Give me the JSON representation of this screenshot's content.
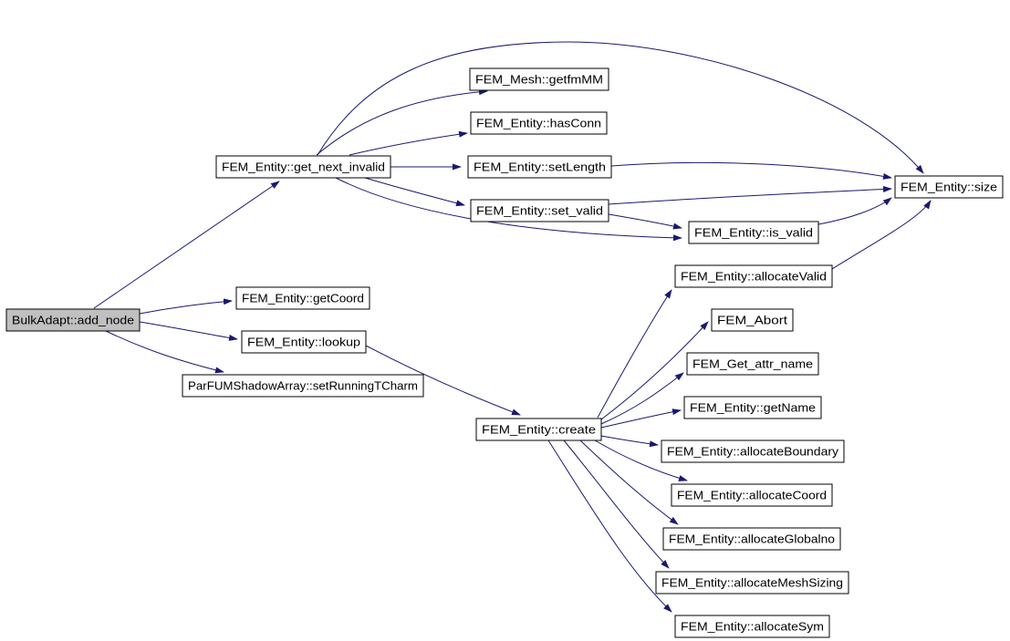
{
  "diagram": {
    "type": "call-graph",
    "background_color": "#ffffff",
    "edge_color": "#191970",
    "node_border_color": "#000000",
    "node_fill_color": "#ffffff",
    "highlight_fill_color": "#c0c0c0",
    "text_color": "#000000",
    "nodes": {
      "add_node": {
        "label": "BulkAdapt::add_node",
        "highlighted": true
      },
      "get_next_invalid": {
        "label": "FEM_Entity::get_next_invalid"
      },
      "getfmMM": {
        "label": "FEM_Mesh::getfmMM"
      },
      "hasConn": {
        "label": "FEM_Entity::hasConn"
      },
      "setLength": {
        "label": "FEM_Entity::setLength"
      },
      "set_valid": {
        "label": "FEM_Entity::set_valid"
      },
      "is_valid": {
        "label": "FEM_Entity::is_valid"
      },
      "size": {
        "label": "FEM_Entity::size"
      },
      "allocateValid": {
        "label": "FEM_Entity::allocateValid"
      },
      "getCoord": {
        "label": "FEM_Entity::getCoord"
      },
      "lookup": {
        "label": "FEM_Entity::lookup"
      },
      "setRunningTCharm": {
        "label": "ParFUMShadowArray::setRunningTCharm"
      },
      "create": {
        "label": "FEM_Entity::create"
      },
      "FEM_Abort": {
        "label": "FEM_Abort"
      },
      "FEM_Get_attr_name": {
        "label": "FEM_Get_attr_name"
      },
      "getName": {
        "label": "FEM_Entity::getName"
      },
      "allocateBoundary": {
        "label": "FEM_Entity::allocateBoundary"
      },
      "allocateCoord": {
        "label": "FEM_Entity::allocateCoord"
      },
      "allocateGlobalno": {
        "label": "FEM_Entity::allocateGlobalno"
      },
      "allocateMeshSizing": {
        "label": "FEM_Entity::allocateMeshSizing"
      },
      "allocateSym": {
        "label": "FEM_Entity::allocateSym"
      }
    },
    "edges": [
      {
        "from": "add_node",
        "to": "get_next_invalid"
      },
      {
        "from": "add_node",
        "to": "getCoord"
      },
      {
        "from": "add_node",
        "to": "lookup"
      },
      {
        "from": "add_node",
        "to": "setRunningTCharm"
      },
      {
        "from": "get_next_invalid",
        "to": "getfmMM"
      },
      {
        "from": "get_next_invalid",
        "to": "hasConn"
      },
      {
        "from": "get_next_invalid",
        "to": "setLength"
      },
      {
        "from": "get_next_invalid",
        "to": "set_valid"
      },
      {
        "from": "get_next_invalid",
        "to": "is_valid"
      },
      {
        "from": "get_next_invalid",
        "to": "size"
      },
      {
        "from": "setLength",
        "to": "size"
      },
      {
        "from": "set_valid",
        "to": "size"
      },
      {
        "from": "set_valid",
        "to": "is_valid"
      },
      {
        "from": "is_valid",
        "to": "size"
      },
      {
        "from": "allocateValid",
        "to": "size"
      },
      {
        "from": "lookup",
        "to": "create"
      },
      {
        "from": "create",
        "to": "allocateValid"
      },
      {
        "from": "create",
        "to": "FEM_Abort"
      },
      {
        "from": "create",
        "to": "FEM_Get_attr_name"
      },
      {
        "from": "create",
        "to": "getName"
      },
      {
        "from": "create",
        "to": "allocateBoundary"
      },
      {
        "from": "create",
        "to": "allocateCoord"
      },
      {
        "from": "create",
        "to": "allocateGlobalno"
      },
      {
        "from": "create",
        "to": "allocateMeshSizing"
      },
      {
        "from": "create",
        "to": "allocateSym"
      }
    ]
  }
}
